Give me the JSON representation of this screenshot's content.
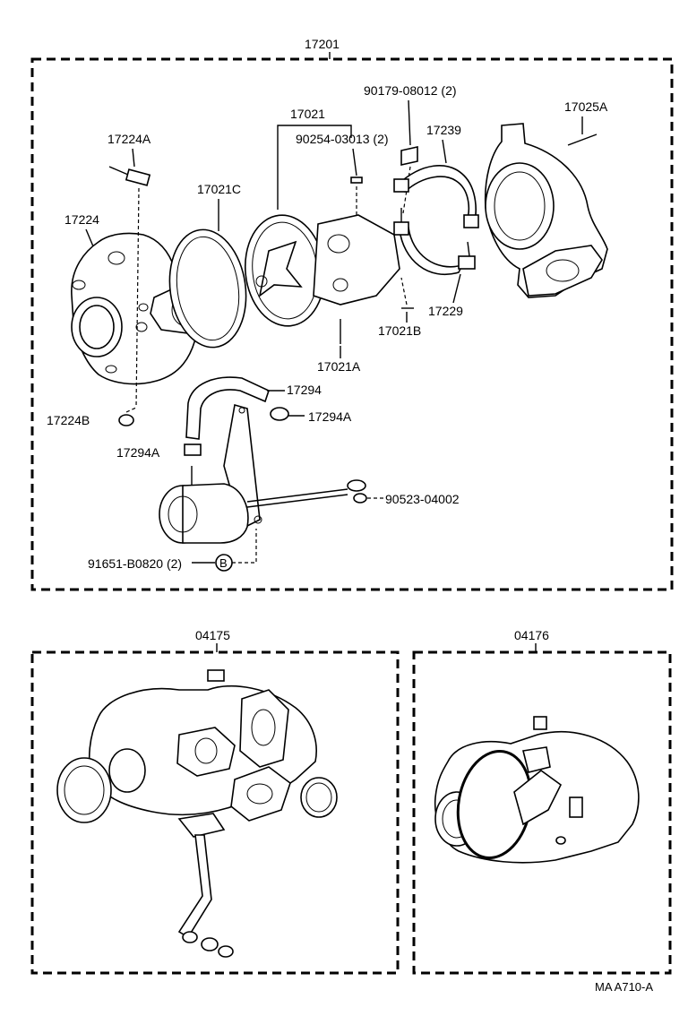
{
  "main_assembly": {
    "code": "17201",
    "parts": {
      "bolt_a": "17224A",
      "housing": "17224",
      "gasket": "17021C",
      "cartridge": "17021",
      "pin": "90254-03013 (2)",
      "nut": "90179-08012 (2)",
      "clamp": "17239",
      "stud_a": "17025A",
      "clamp_lower": "17229",
      "stud_b": "17021B",
      "stud_c": "17021A",
      "hose": "17294",
      "clip_right": "17294A",
      "clip_left": "17294A",
      "bolt_b": "17224B",
      "washer": "90523-04002",
      "bolt_c": "91651-B0820 (2)",
      "ref_marker": "B"
    }
  },
  "sub_assembly_1": {
    "code": "04175"
  },
  "sub_assembly_2": {
    "code": "04176"
  },
  "footer": {
    "ref": "MA  A710-A"
  }
}
